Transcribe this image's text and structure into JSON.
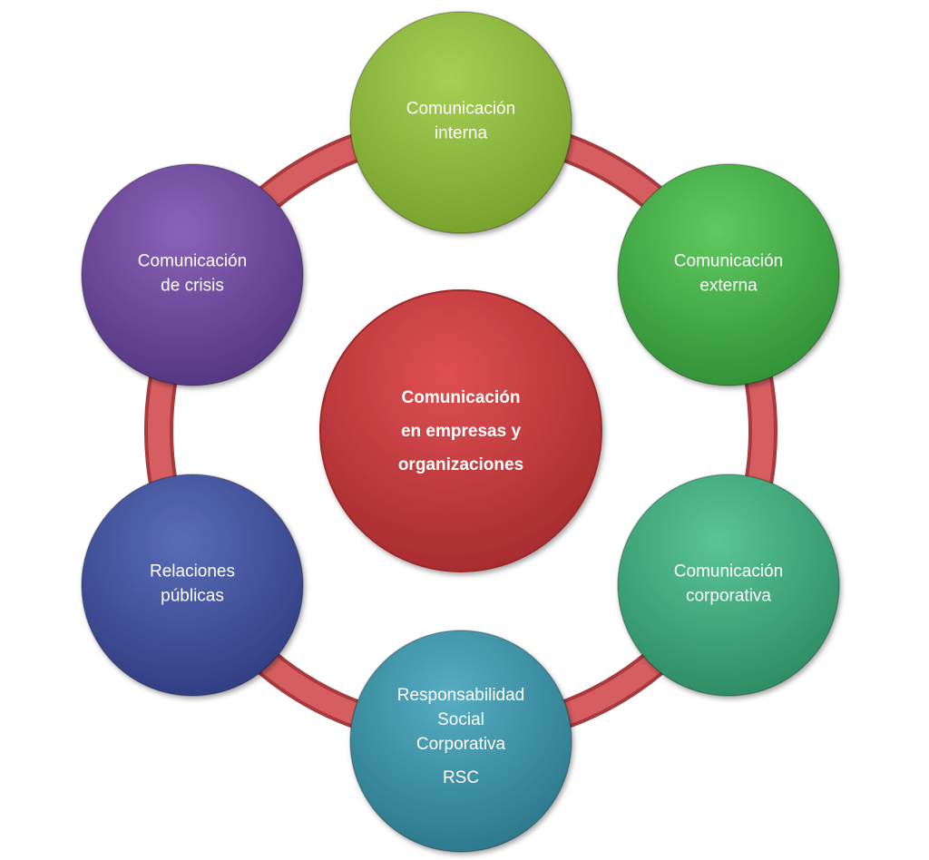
{
  "center": {
    "lines": [
      "Comunicación",
      "en empresas y",
      "organizaciones"
    ],
    "color": "#c8393b"
  },
  "ring_color": "#d0575a",
  "nodes": [
    {
      "id": "interna",
      "lines": [
        "Comunicación",
        "interna"
      ],
      "color": "#8fbc3a"
    },
    {
      "id": "externa",
      "lines": [
        "Comunicación",
        "externa"
      ],
      "color": "#45b148"
    },
    {
      "id": "corporativa",
      "lines": [
        "Comunicación",
        "corporativa"
      ],
      "color": "#3fae7f"
    },
    {
      "id": "rsc",
      "lines": [
        "Responsabilidad",
        "Social",
        "Corporativa",
        "RSC"
      ],
      "color": "#3a97ad"
    },
    {
      "id": "relaciones",
      "lines": [
        "Relaciones",
        "públicas"
      ],
      "color": "#42519e"
    },
    {
      "id": "crisis",
      "lines": [
        "Comunicación",
        "de crisis"
      ],
      "color": "#6d4a9e"
    }
  ]
}
